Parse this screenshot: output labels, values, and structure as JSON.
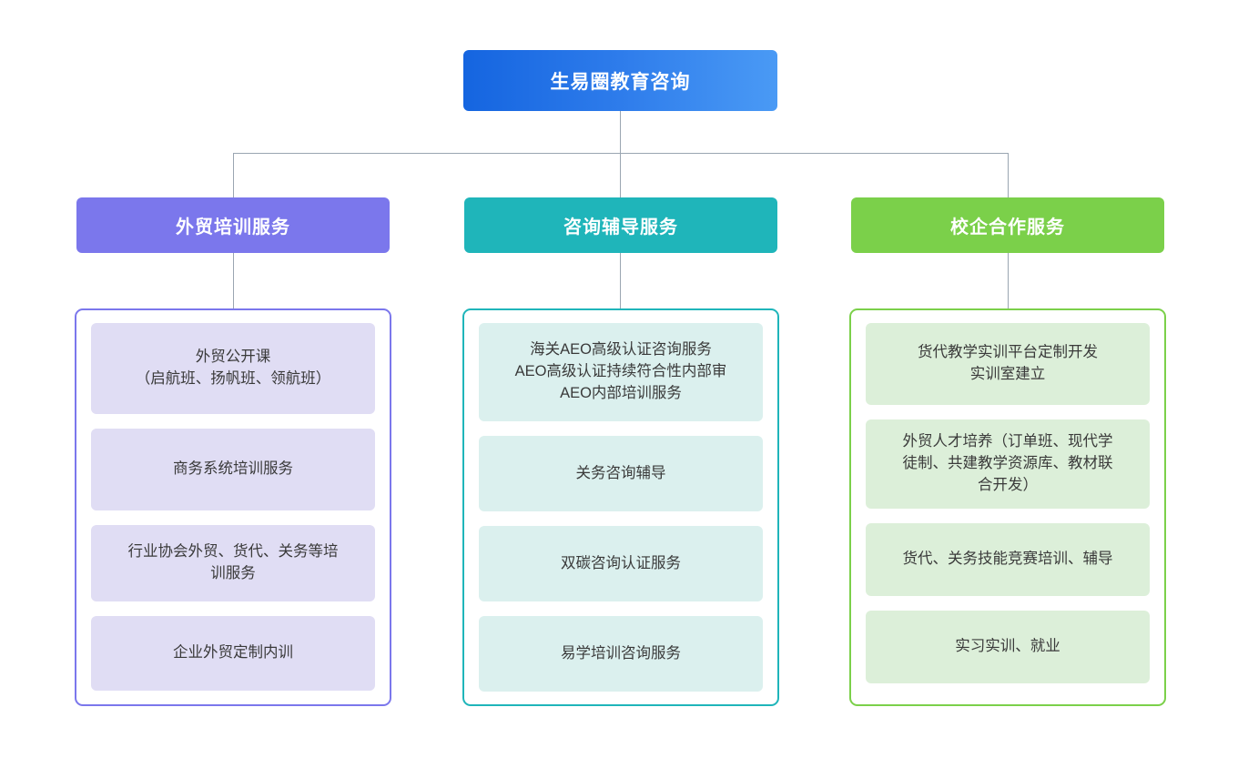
{
  "root": {
    "label": "生易圈教育咨询",
    "gradient_from": "#1565e0",
    "gradient_to": "#4a9af5"
  },
  "connector_color": "#9aa5b1",
  "columns": [
    {
      "header": "外贸培训服务",
      "header_color": "#7b77ec",
      "item_fill": "#e0ddf4",
      "items": [
        "外贸公开课\n（启航班、扬帆班、领航班）",
        "商务系统培训服务",
        "行业协会外贸、货代、关务等培\n训服务",
        "企业外贸定制内训"
      ]
    },
    {
      "header": "咨询辅导服务",
      "header_color": "#1fb5ba",
      "item_fill": "#dbf0ee",
      "items": [
        "海关AEO高级认证咨询服务\nAEO高级认证持续符合性内部审\nAEO内部培训服务",
        "关务咨询辅导",
        "双碳咨询认证服务",
        "易学培训咨询服务"
      ]
    },
    {
      "header": "校企合作服务",
      "header_color": "#7bd04a",
      "item_fill": "#dcefd9",
      "items": [
        "货代教学实训平台定制开发\n实训室建立",
        "外贸人才培养（订单班、现代学\n徒制、共建教学资源库、教材联\n合开发）",
        "货代、关务技能竞赛培训、辅导",
        "实习实训、就业"
      ]
    }
  ]
}
